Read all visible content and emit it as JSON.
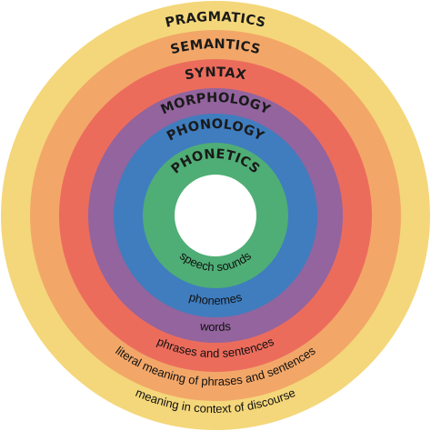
{
  "rings": [
    {
      "id": "pragmatics",
      "title": "PRAGMATICS",
      "description": "meaning in context of discourse",
      "color": "#f4d77a"
    },
    {
      "id": "semantics",
      "title": "SEMANTICS",
      "description": "literal meaning of phrases and sentences",
      "color": "#f2a768"
    },
    {
      "id": "syntax",
      "title": "SYNTAX",
      "description": "phrases and sentences",
      "color": "#ec6c5c"
    },
    {
      "id": "morphology",
      "title": "MORPHOLOGY",
      "description": "words",
      "color": "#93649e"
    },
    {
      "id": "phonology",
      "title": "PHONOLOGY",
      "description": "phonemes",
      "color": "#3f7dbf"
    },
    {
      "id": "phonetics",
      "title": "PHONETICS",
      "description": "speech sounds",
      "color": "#4fae75"
    }
  ],
  "center_color": "#ffffff"
}
